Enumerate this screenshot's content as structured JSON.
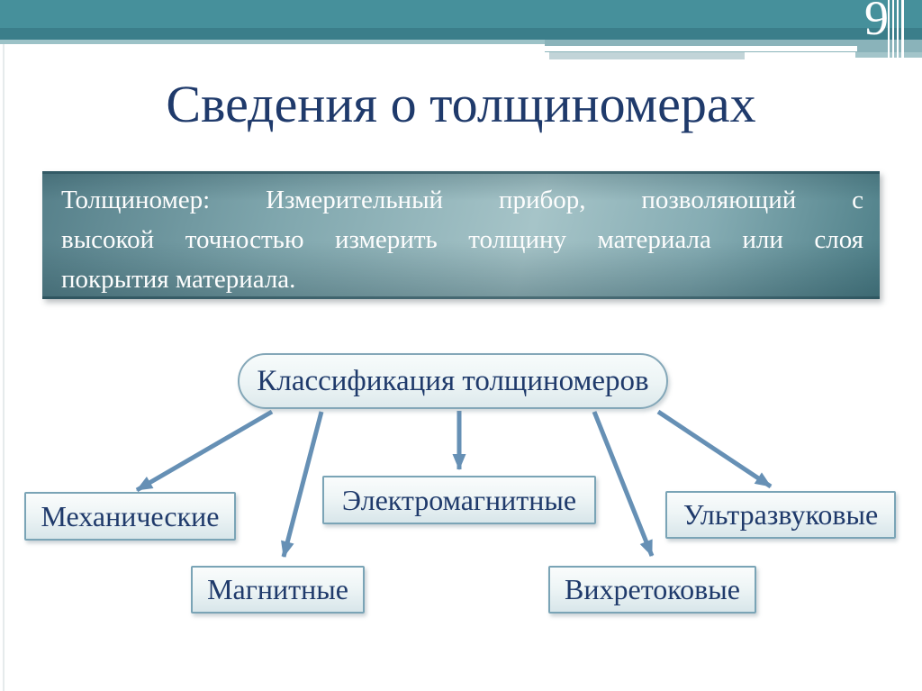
{
  "page": {
    "number": "9"
  },
  "title": "Сведения о толщиномерах",
  "definition": {
    "lines": [
      "Толщиномер: Измерительный прибор, позволяющий с",
      "высокой точностью измерить толщину материала или слоя",
      "покрытия материала."
    ],
    "full_text": "Толщиномер: Измерительный прибор, позволяющий с высокой точностью измерить толщину материала или слоя покрытия материала."
  },
  "diagram": {
    "root": {
      "label": "Классификация толщиномеров"
    },
    "nodes": [
      {
        "id": "mechanical",
        "label": "Механические"
      },
      {
        "id": "magnetic",
        "label": "Магнитные"
      },
      {
        "id": "electromagnetic",
        "label": "Электромагнитные"
      },
      {
        "id": "eddy-current",
        "label": "Вихретоковые"
      },
      {
        "id": "ultrasonic",
        "label": "Ультразвуковые"
      }
    ]
  },
  "colors": {
    "header_teal": "#46909b",
    "header_teal_dark": "#3b7e8a",
    "header_teal_light": "#9cc2c7",
    "definition_box_dark": "#56808a",
    "definition_box_light": "#a6c4c8",
    "text_navy": "#1f3a6b",
    "arrow_blue": "#6690b5",
    "node_border": "#7aa4b6"
  }
}
